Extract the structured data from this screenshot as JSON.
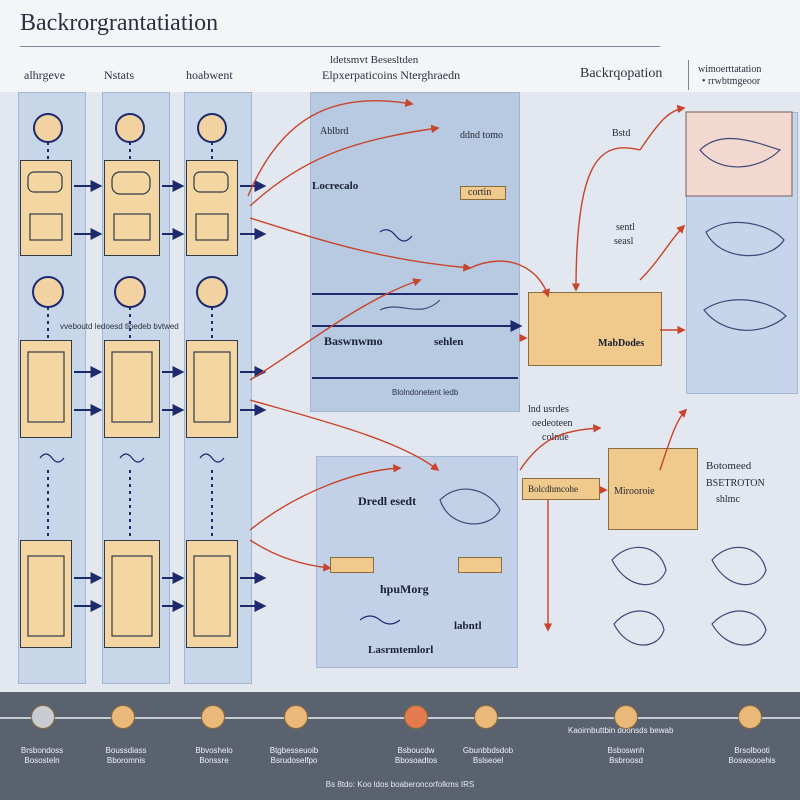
{
  "header": {
    "title": "Backrorgrantatiation",
    "columns": [
      "alhrgeve",
      "Nstats",
      "hoabwent"
    ],
    "center_line1": "ldetsmvt Besesltden",
    "center_line2": "Elpxerpaticoins Nterghraedn",
    "right_title": "Backrqopation",
    "right_sub1": "wimoerttatation",
    "right_sub2": "• rrwbtmgeoor"
  },
  "left_grid": {
    "row_caption": "vveboutd ledoesd tloedeb bvtwed"
  },
  "center": {
    "top_labels": [
      "Ablbrd",
      "Locrecalo",
      "ddnd tomo",
      "cortin"
    ],
    "band_label": "Baswnwmo",
    "band_label2": "sehlen",
    "band_sub": "Blolndonetent ledb",
    "side_note1": "lnd usrdes",
    "side_note2": "oedeoteen",
    "side_note3": "colnde",
    "lower_label1": "Dredl esedt",
    "lower_label2": "hpuMorg",
    "lower_label3": "labntl",
    "lower_label4": "Lasrmtemlorl",
    "pill": "Bolcdhmcohe"
  },
  "right": {
    "label_top": "Bstd",
    "label_mid": "sentl",
    "label_mid2": "seasl",
    "box_label": "MabDodes",
    "box2_label": "Mirooroie",
    "annot1": "Botomeed",
    "annot2": "BSETROTON",
    "annot3": "shlmc"
  },
  "timeline": {
    "banner": "Kaoirnbuttbin doonsds bewab",
    "items": [
      {
        "l1": "Brsbondoss",
        "l2": "Bososteln"
      },
      {
        "l1": "Boussdiass",
        "l2": "Bboromnis"
      },
      {
        "l1": "Bbvoshelo",
        "l2": "Bonssre"
      },
      {
        "l1": "Btgbesseuoib",
        "l2": "Bsrudoselfpo"
      },
      {
        "l1": "Bsboucdw",
        "l2": "Bbosoadtos"
      },
      {
        "l1": "Gbunbbdsdob",
        "l2": "Bslseoel"
      },
      {
        "l1": "Bsboswnh",
        "l2": "Bsbroosd"
      },
      {
        "l1": "Brsolbooti",
        "l2": "Boswsooehis"
      }
    ],
    "footer": "Bs 8tdo: Koo  ldos boaberoncorfolkms  IRS"
  },
  "colors": {
    "accent_line": "#c8442a",
    "arrow_dark": "#1e2a6e",
    "box_fill": "#f3d6a2",
    "panel": "#b8c9e2"
  }
}
